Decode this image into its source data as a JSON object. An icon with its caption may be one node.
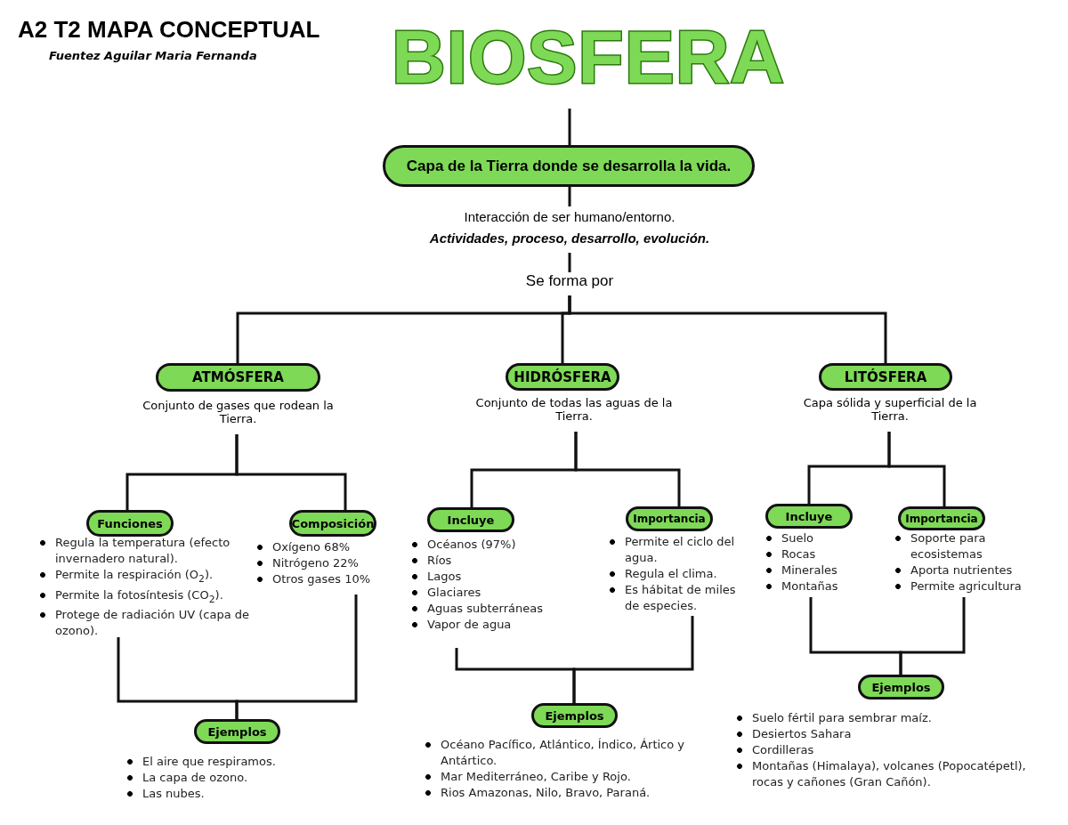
{
  "diagram": {
    "title": "A2 T2 MAPA CONCEPTUAL",
    "nodes": [
      {
        "text": [
          "BIOSFERA"
        ]
      },
      {
        "text": [
          "Capa de la Tierra donde se desarrolla la vida."
        ]
      },
      {
        "text": [
          "Interacción de ser humano/entorno.",
          "Actividades, proceso, desarrollo, evolución."
        ]
      },
      {
        "text": [
          "Se forma por"
        ]
      },
      {
        "text": [
          "ATMÓSFERA"
        ]
      },
      {
        "text": [
          "Conjunto de gases que rodean la Tierra."
        ]
      },
      {
        "text": [
          "Funciones"
        ]
      },
      {
        "text": [
          "Regula la temperatura (efecto invernadero natural).",
          "Permite la respiración (O$_{2}$).",
          "Permite la fotosíntesis (CO$_{2}$).",
          "Protege de radiación UV (capa de ozono)."
        ]
      },
      {
        "text": [
          "Composición"
        ]
      },
      {
        "text": [
          "Oxígeno 68%",
          "Nitrógeno 22%",
          "Otros gases 10%"
        ]
      },
      {
        "text": [
          "Ejemplos"
        ]
      },
      {
        "text": [
          "El aire que respiramos.",
          "La capa de ozono.",
          "Las nubes."
        ]
      },
      {
        "text": [
          "HIDRÓSFERA"
        ]
      },
      {
        "text": [
          "Conjunto de todas las aguas de la Tierra."
        ]
      },
      {
        "text": [
          "Incluye"
        ]
      },
      {
        "text": [
          "Océanos (97%)",
          "Ríos",
          "Lagos",
          "Glaciares",
          "Aguas subterráneas",
          "Vapor de agua"
        ]
      },
      {
        "text": [
          "Importancia"
        ]
      },
      {
        "text": [
          "Permite el ciclo del agua.",
          "Regula el clima.",
          "Es hábitat de miles de especies."
        ]
      },
      {
        "text": [
          "Ejemplos"
        ]
      },
      {
        "text": [
          "Océano Pacífico, Atlántico, Índico, Ártico y Antártico.",
          "Mar Mediterráneo, Caribe y Rojo.",
          "Rios Amazonas, Nilo, Bravo, Paraná."
        ]
      },
      {
        "text": [
          "LITÓSFERA"
        ]
      },
      {
        "text": [
          "Capa sólida y superficial de la Tierra."
        ]
      },
      {
        "text": [
          "Incluye"
        ]
      },
      {
        "text": [
          "Suelo",
          "Rocas",
          "Minerales",
          "Montañas"
        ]
      },
      {
        "text": [
          "Importancia"
        ]
      },
      {
        "text": [
          "Soporte para ecosistemas",
          "Aporta nutrientes",
          "Permite agricultura"
        ]
      },
      {
        "text": [
          "Ejemplos"
        ]
      },
      {
        "text": [
          "Suelo fértil para sembrar maíz.",
          "Desiertos Sahara",
          "Cordilleras",
          "Montañas (Himalaya),  volcanes (Popocatépetl), rocas y cañones (Gran Cañón)."
        ]
      }
    ],
    "edges": [
      {
        "from": 0,
        "to": 1,
        "arrow": "none"
      },
      {
        "from": 1,
        "to": 2,
        "arrow": "none"
      },
      {
        "from": 2,
        "to": 3,
        "arrow": "none"
      },
      {
        "from": 3,
        "to": 4,
        "arrow": "none"
      },
      {
        "from": 3,
        "to": 12,
        "arrow": "none"
      },
      {
        "from": 3,
        "to": 20,
        "arrow": "none"
      },
      {
        "from": 5,
        "to": 6,
        "arrow": "none"
      },
      {
        "from": 5,
        "to": 8,
        "arrow": "none"
      },
      {
        "from": 7,
        "to": 10,
        "arrow": "none"
      },
      {
        "from": 9,
        "to": 10,
        "arrow": "none"
      },
      {
        "from": 13,
        "to": 14,
        "arrow": "none"
      },
      {
        "from": 13,
        "to": 16,
        "arrow": "none"
      },
      {
        "from": 15,
        "to": 18,
        "arrow": "none"
      },
      {
        "from": 17,
        "to": 18,
        "arrow": "none"
      },
      {
        "from": 21,
        "to": 22,
        "arrow": "none"
      },
      {
        "from": 21,
        "to": 24,
        "arrow": "none"
      },
      {
        "from": 23,
        "to": 26,
        "arrow": "none"
      },
      {
        "from": 25,
        "to": 26,
        "arrow": "none"
      }
    ],
    "labels": [
      "Fuentez Aguilar Maria Fernanda"
    ]
  }
}
